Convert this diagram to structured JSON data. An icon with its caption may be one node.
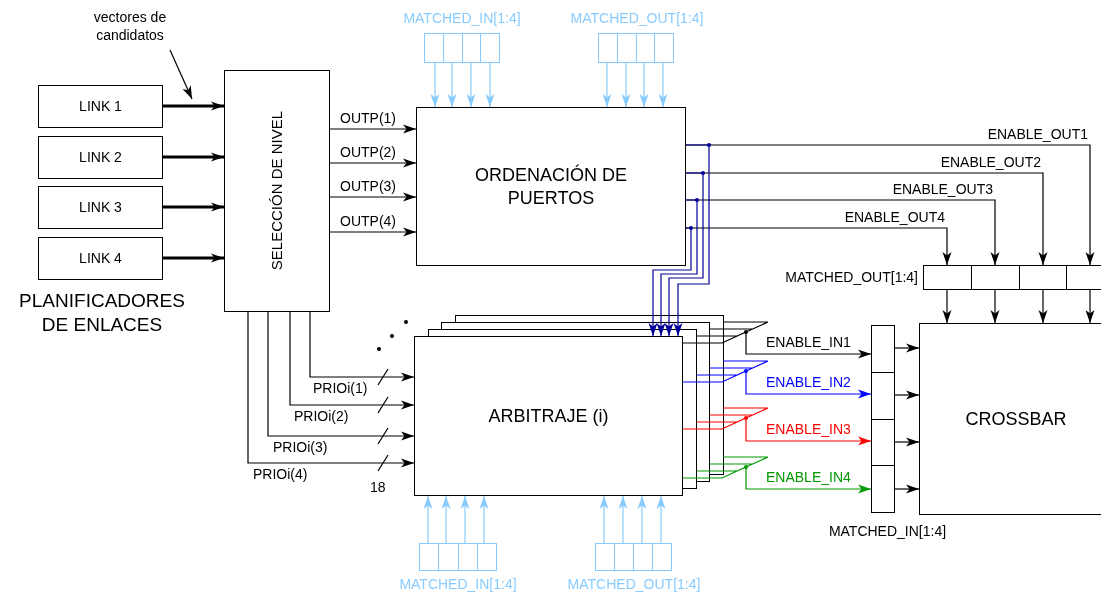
{
  "diagram": {
    "nodes": [
      {
        "text": [
          "vectores de candidatos"
        ]
      },
      {
        "text": [
          "MATCHED_IN[1:4]"
        ]
      },
      {
        "text": [
          "MATCHED_OUT[1:4]"
        ]
      },
      {
        "text": [
          "LINK 1"
        ]
      },
      {
        "text": [
          "LINK 2"
        ]
      },
      {
        "text": [
          "LINK 3"
        ]
      },
      {
        "text": [
          "LINK 4"
        ]
      },
      {
        "text": [
          "SELECCIÓN DE NIVEL"
        ]
      },
      {
        "text": [
          "ORDENACIÓN DE PUERTOS"
        ]
      },
      {
        "text": [
          "MATCHED_OUT[1:4]"
        ]
      },
      {
        "text": [
          "ARBITRAJE (i)"
        ]
      },
      {
        "text": [
          "MATCHED_IN[1:4]"
        ]
      },
      {
        "text": [
          "CROSSBAR"
        ]
      },
      {
        "text": [
          "MATCHED_IN[1:4]"
        ]
      },
      {
        "text": [
          "MATCHED_OUT[1:4]"
        ]
      }
    ],
    "edges": [
      {
        "from": 3,
        "to": 7,
        "arrow": "to",
        "style": "thick"
      },
      {
        "from": 4,
        "to": 7,
        "arrow": "to",
        "style": "thick"
      },
      {
        "from": 5,
        "to": 7,
        "arrow": "to",
        "style": "thick"
      },
      {
        "from": 6,
        "to": 7,
        "arrow": "to",
        "style": "thick"
      },
      {
        "from": 0,
        "to": null,
        "arrow": "to"
      },
      {
        "from": 7,
        "to": 8,
        "arrow": "to",
        "label": "OUTP(1)"
      },
      {
        "from": 7,
        "to": 8,
        "arrow": "to",
        "label": "OUTP(2)"
      },
      {
        "from": 7,
        "to": 8,
        "arrow": "to",
        "label": "OUTP(3)"
      },
      {
        "from": 7,
        "to": 8,
        "arrow": "to",
        "label": "OUTP(4)"
      },
      {
        "from": 7,
        "to": 10,
        "arrow": "to",
        "label": "PRIOi(1)"
      },
      {
        "from": 7,
        "to": 10,
        "arrow": "to",
        "label": "PRIOi(2)"
      },
      {
        "from": 7,
        "to": 10,
        "arrow": "to",
        "label": "PRIOi(3)"
      },
      {
        "from": 7,
        "to": 10,
        "arrow": "to",
        "label": "PRIOi(4)"
      },
      {
        "from": 1,
        "to": 8,
        "arrow": "to",
        "color": "#88ccff"
      },
      {
        "from": 1,
        "to": 8,
        "arrow": "to",
        "color": "#88ccff"
      },
      {
        "from": 1,
        "to": 8,
        "arrow": "to",
        "color": "#88ccff"
      },
      {
        "from": 1,
        "to": 8,
        "arrow": "to",
        "color": "#88ccff"
      },
      {
        "from": 2,
        "to": 8,
        "arrow": "to",
        "color": "#88ccff"
      },
      {
        "from": 2,
        "to": 8,
        "arrow": "to",
        "color": "#88ccff"
      },
      {
        "from": 2,
        "to": 8,
        "arrow": "to",
        "color": "#88ccff"
      },
      {
        "from": 2,
        "to": 8,
        "arrow": "to",
        "color": "#88ccff"
      },
      {
        "from": 8,
        "to": 9,
        "arrow": "to",
        "label": "ENABLE_OUT1"
      },
      {
        "from": 8,
        "to": 9,
        "arrow": "to",
        "label": "ENABLE_OUT2"
      },
      {
        "from": 8,
        "to": 9,
        "arrow": "to",
        "label": "ENABLE_OUT3"
      },
      {
        "from": 8,
        "to": 9,
        "arrow": "to",
        "label": "ENABLE_OUT4"
      },
      {
        "from": 8,
        "to": 10,
        "arrow": "to",
        "color": "#000099"
      },
      {
        "from": 8,
        "to": 10,
        "arrow": "to",
        "color": "#000099"
      },
      {
        "from": 8,
        "to": 10,
        "arrow": "to",
        "color": "#000099"
      },
      {
        "from": 8,
        "to": 10,
        "arrow": "to",
        "color": "#000099"
      },
      {
        "from": 9,
        "to": 12,
        "arrow": "to"
      },
      {
        "from": 9,
        "to": 12,
        "arrow": "to"
      },
      {
        "from": 9,
        "to": 12,
        "arrow": "to"
      },
      {
        "from": 9,
        "to": 12,
        "arrow": "to"
      },
      {
        "from": 10,
        "to": 11,
        "arrow": "to",
        "label": "ENABLE_IN1"
      },
      {
        "from": 10,
        "to": 11,
        "arrow": "to",
        "label": "ENABLE_IN2",
        "color": "#0000ff"
      },
      {
        "from": 10,
        "to": 11,
        "arrow": "to",
        "label": "ENABLE_IN3",
        "color": "#ff0000"
      },
      {
        "from": 10,
        "to": 11,
        "arrow": "to",
        "label": "ENABLE_IN4",
        "color": "#009900"
      },
      {
        "from": 11,
        "to": 12,
        "arrow": "to"
      },
      {
        "from": 11,
        "to": 12,
        "arrow": "to"
      },
      {
        "from": 11,
        "to": 12,
        "arrow": "to"
      },
      {
        "from": 11,
        "to": 12,
        "arrow": "to"
      },
      {
        "from": 13,
        "to": 10,
        "arrow": "to",
        "color": "#88ccff"
      },
      {
        "from": 13,
        "to": 10,
        "arrow": "to",
        "color": "#88ccff"
      },
      {
        "from": 13,
        "to": 10,
        "arrow": "to",
        "color": "#88ccff"
      },
      {
        "from": 13,
        "to": 10,
        "arrow": "to",
        "color": "#88ccff"
      },
      {
        "from": 14,
        "to": 10,
        "arrow": "to",
        "color": "#88ccff"
      },
      {
        "from": 14,
        "to": 10,
        "arrow": "to",
        "color": "#88ccff"
      },
      {
        "from": 14,
        "to": 10,
        "arrow": "to",
        "color": "#88ccff"
      },
      {
        "from": 14,
        "to": 10,
        "arrow": "to",
        "color": "#88ccff"
      }
    ],
    "labels": [
      "PLANIFICADORES DE ENLACES",
      "18"
    ]
  }
}
